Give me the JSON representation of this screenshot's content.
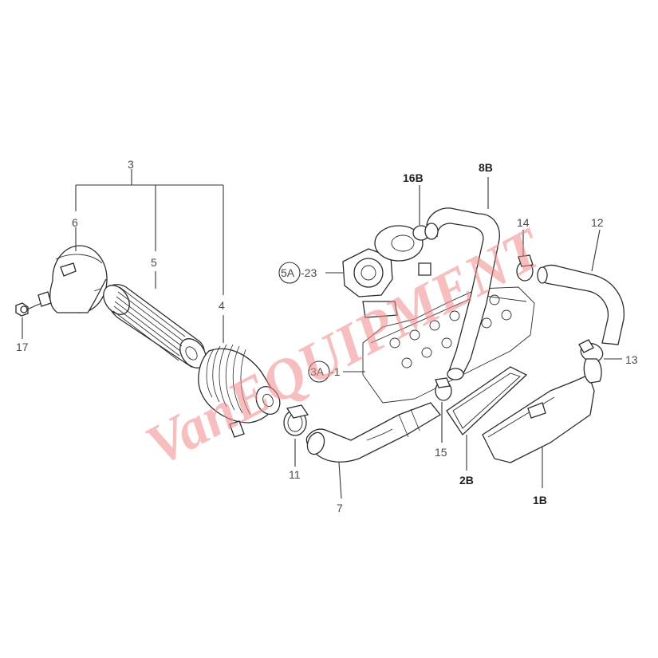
{
  "labels": {
    "l3": "3",
    "l6": "6",
    "l5": "5",
    "l4": "4",
    "l17": "17",
    "l11": "11",
    "l7": "7",
    "l16b": "16B",
    "l8b": "8B",
    "l14": "14",
    "l12": "12",
    "l5a_circle": "5A",
    "l5a_suffix": "-23",
    "l3a_circle": "3A",
    "l3a_suffix": "-1",
    "l13": "13",
    "l15": "15",
    "l2b": "2B",
    "l1b": "1B"
  },
  "watermark": {
    "text": "VanEQUIPMENT",
    "color": "#f08a8a"
  }
}
